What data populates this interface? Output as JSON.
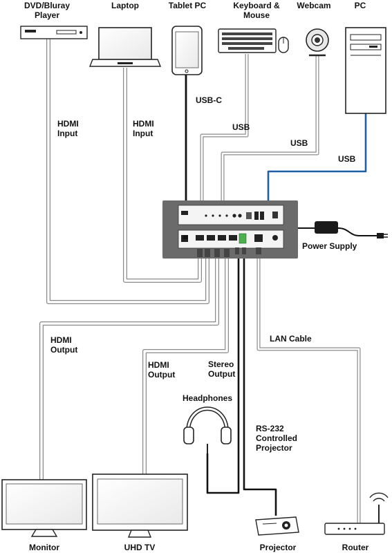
{
  "devices": {
    "dvd": "DVD/Bluray\nPlayer",
    "laptop": "Laptop",
    "tablet": "Tablet PC",
    "keyboard": "Keyboard &\nMouse",
    "webcam": "Webcam",
    "pc": "PC",
    "monitor": "Monitor",
    "uhd_tv": "UHD TV",
    "projector": "Projector",
    "router": "Router",
    "headphones": "Headphones",
    "power_supply": "Power Supply"
  },
  "connections": {
    "hdmi_input_1": "HDMI\nInput",
    "hdmi_input_2": "HDMI\nInput",
    "usb_c": "USB-C",
    "usb_1": "USB",
    "usb_2": "USB",
    "usb_3": "USB",
    "hdmi_output_1": "HDMI\nOutput",
    "hdmi_output_2": "HDMI\nOutput",
    "stereo_output": "Stereo\nOutput",
    "rs232": "RS-232\nControlled\nProjector",
    "lan_cable": "LAN Cable"
  },
  "colors": {
    "hub_body": "#6b6b6b",
    "cable_light": "#ffffff",
    "cable_outline": "#8a8a8a",
    "cable_dark": "#1a1a1a",
    "usb_blue": "#1f5fa8",
    "green_port": "#4caf50"
  }
}
